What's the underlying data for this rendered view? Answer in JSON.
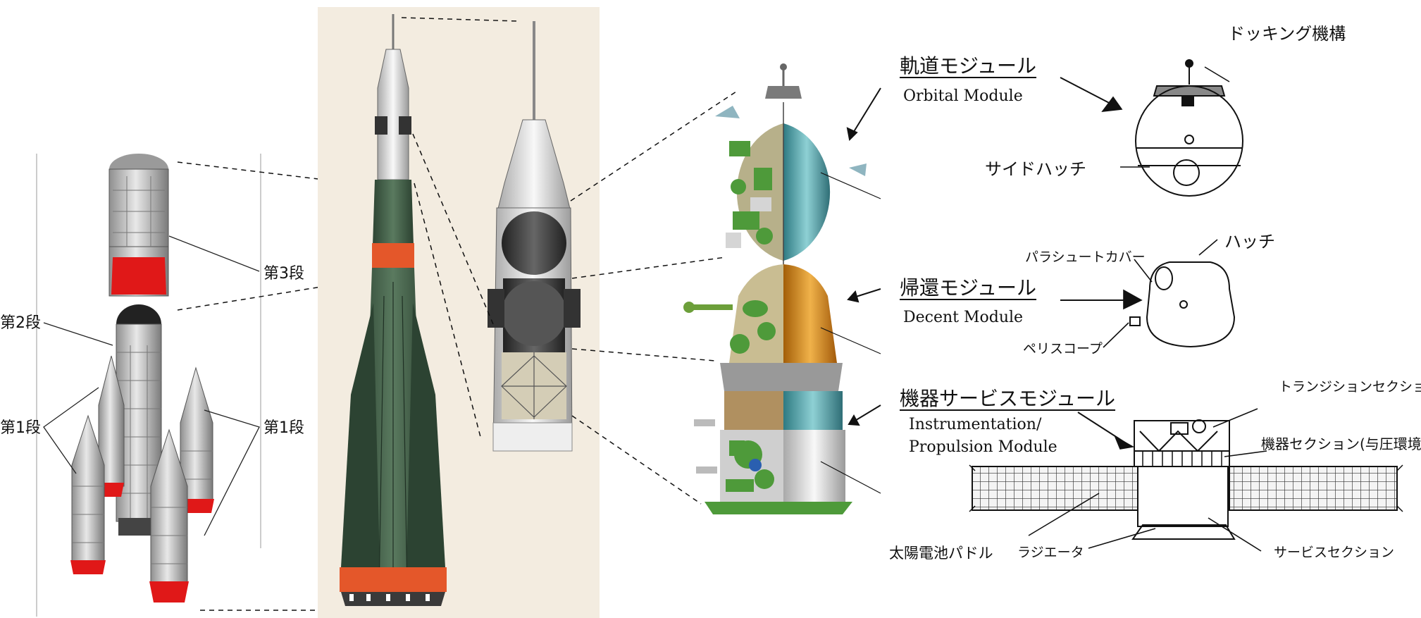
{
  "rocket_stages": {
    "stage3": "第3段",
    "stage2": "第2段",
    "stage1_left": "第1段",
    "stage1_right": "第1段"
  },
  "modules": {
    "orbital": {
      "jp": "軌道モジュール",
      "en": "Orbital Module"
    },
    "descent": {
      "jp": "帰還モジュール",
      "en": "Decent Module"
    },
    "instrumentation": {
      "jp": "機器サービスモジュール",
      "en_line1": "Instrumentation/",
      "en_line2": "Propulsion Module"
    }
  },
  "parts": {
    "docking": "ドッキング機構",
    "side_hatch": "サイドハッチ",
    "parachute_cover": "パラシュートカバー",
    "hatch": "ハッチ",
    "periscope": "ペリスコープ",
    "transition_section": "トランジションセクション",
    "instrument_section": "機器セクション(与圧環境)",
    "solar_panel": "太陽電池パドル",
    "radiator": "ラジエータ",
    "service_section": "サービスセクション"
  },
  "colors": {
    "rocket_green": "#3f5a44",
    "booster_red": "#e01818",
    "stage_orange": "#e4572a",
    "panel_bg": "#f3ece0",
    "module_teal": "#4aa0a8",
    "module_gold": "#d48a1c",
    "module_green": "#4e9a3a"
  }
}
